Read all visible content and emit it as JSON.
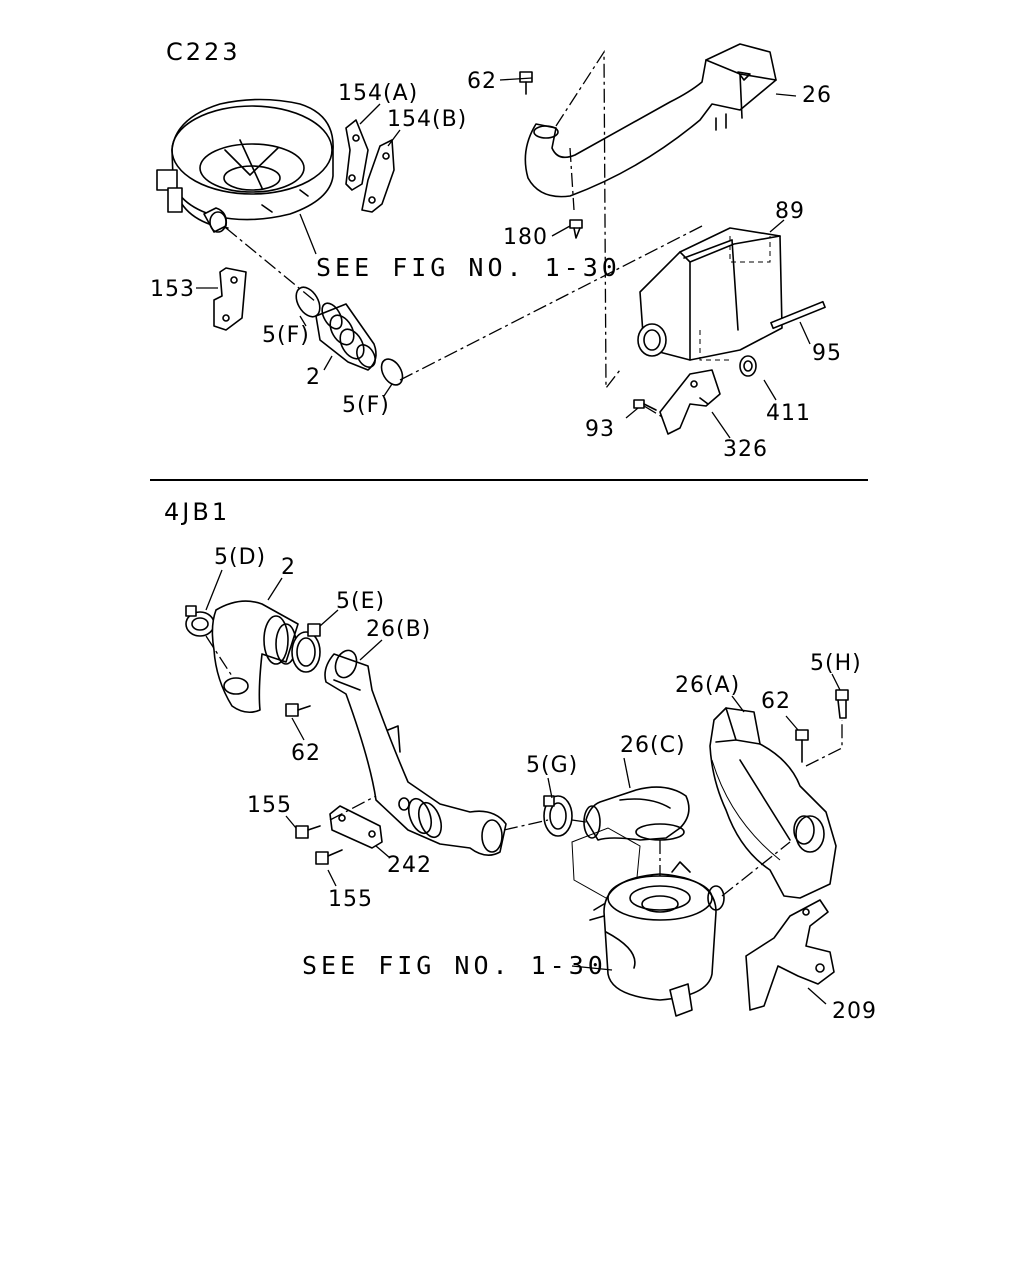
{
  "sections": [
    {
      "id": "top",
      "title": "C223"
    },
    {
      "id": "bottom",
      "title": "4JB1"
    }
  ],
  "references": {
    "top": "SEE FIG NO. 1-30",
    "bottom": "SEE FIG NO. 1-30"
  },
  "callouts": {
    "top": {
      "c62": "62",
      "c26": "26",
      "c154a": "154(A)",
      "c154b": "154(B)",
      "c180": "180",
      "c89": "89",
      "c153": "153",
      "c5f1": "5(F)",
      "c2": "2",
      "c5f2": "5(F)",
      "c95": "95",
      "c411": "411",
      "c93": "93",
      "c326": "326"
    },
    "bottom": {
      "c5d": "5(D)",
      "c2": "2",
      "c5e": "5(E)",
      "c26b": "26(B)",
      "c62a": "62",
      "c26a": "26(A)",
      "c62b": "62",
      "c5h": "5(H)",
      "c26c": "26(C)",
      "c5g": "5(G)",
      "c155a": "155",
      "c242": "242",
      "c155b": "155",
      "c209": "209"
    }
  }
}
